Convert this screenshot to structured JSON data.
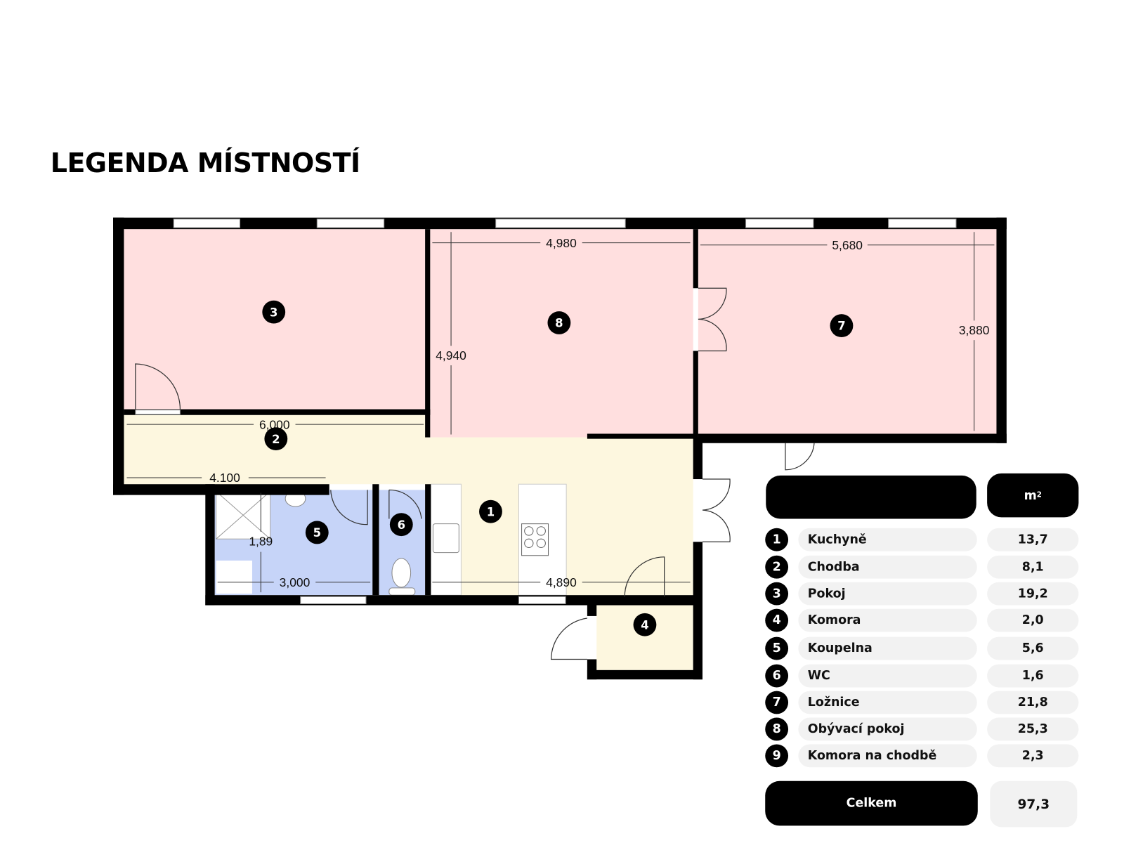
{
  "title": "LEGENDA MÍSTNOSTÍ",
  "colors": {
    "room_pink": "#ffdfdf",
    "room_yellow": "#fdf7df",
    "room_blue": "#c6d4f8",
    "wall": "#000000",
    "pill": "#f2f2f2"
  },
  "plan": {
    "markers": [
      "3",
      "8",
      "7",
      "2",
      "1",
      "5",
      "6",
      "4"
    ],
    "dimensions": [
      "4,980",
      "5,680",
      "3,880",
      "4,940",
      "6,000",
      "4.100",
      "1,89",
      "3,000",
      "4,890"
    ]
  },
  "legend": {
    "header_unit": "m",
    "header_unit_sup": "2",
    "rows": [
      {
        "no": "1",
        "name": "Kuchyně",
        "area": "13,7"
      },
      {
        "no": "2",
        "name": "Chodba",
        "area": "8,1"
      },
      {
        "no": "3",
        "name": "Pokoj",
        "area": "19,2"
      },
      {
        "no": "4",
        "name": "Komora",
        "area": "2,0"
      },
      {
        "no": "5",
        "name": "Koupelna",
        "area": "5,6"
      },
      {
        "no": "6",
        "name": "WC",
        "area": "1,6"
      },
      {
        "no": "7",
        "name": "Ložnice",
        "area": "21,8"
      },
      {
        "no": "8",
        "name": "Obývací pokoj",
        "area": "25,3"
      },
      {
        "no": "9",
        "name": "Komora na chodbě",
        "area": "2,3"
      }
    ],
    "total_label": "Celkem",
    "total_value": "97,3"
  }
}
